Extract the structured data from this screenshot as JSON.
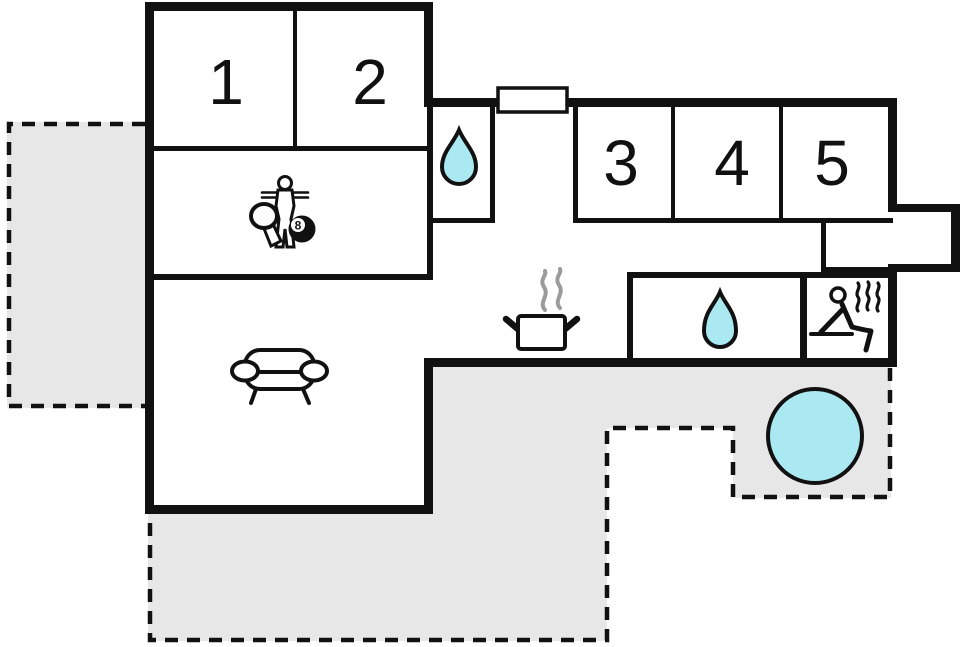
{
  "colors": {
    "wall": "#111111",
    "background": "#ffffff",
    "terrace_fill": "#e7e7e7",
    "water_fill": "#abe9f2",
    "pot_steam": "#9b9b9b"
  },
  "bedrooms": {
    "b1": {
      "label": "1"
    },
    "b2": {
      "label": "2"
    },
    "b3": {
      "label": "3"
    },
    "b4": {
      "label": "4"
    },
    "b5": {
      "label": "5"
    }
  },
  "game_room": {
    "billiard_ball_label": "8"
  },
  "icons": {
    "bathroom_1": "water-drop-icon",
    "bathroom_2": "water-drop-icon",
    "kitchen": "steaming-pot-icon",
    "living_room": "sofa-icon",
    "game_room": [
      "table-football-player-icon",
      "table-tennis-paddle-icon",
      "billiard-8-ball-icon"
    ],
    "sauna": "sauna-person-icon",
    "terrace": "hot-tub-icon",
    "facade": "window-icon"
  }
}
